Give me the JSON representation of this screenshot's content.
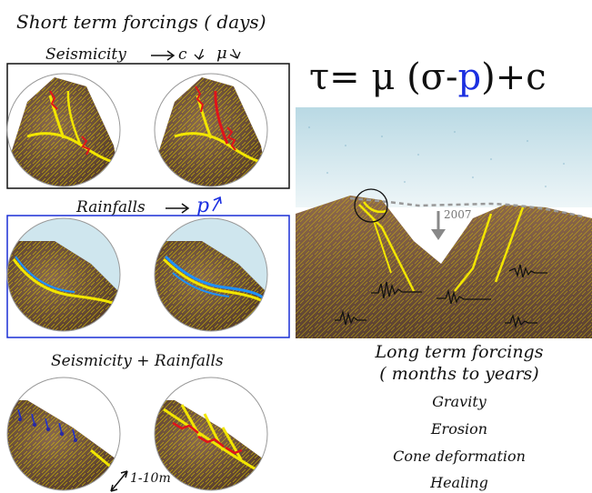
{
  "short_term": {
    "title": "Short term forcings ( days)",
    "seismicity_label": "Seismicity",
    "seismicity_effect": "c",
    "seismicity_effect2": "μ",
    "rainfall_label": "Rainfalls",
    "rainfall_effect": "p",
    "combined_label": "Seismicity + Rainfalls",
    "scale_label": "1-10m"
  },
  "equation": {
    "lhs": "τ= μ (σ-",
    "p": "p",
    "rhs": ")+c"
  },
  "cross_section": {
    "year_label": "2007"
  },
  "long_term": {
    "title_line1": "Long term forcings",
    "title_line2": "( months to years)",
    "items": [
      "Gravity",
      "Erosion",
      "Cone deformation",
      "Healing"
    ]
  },
  "colors": {
    "fault_yellow": "#f2e600",
    "crack_red": "#e0141a",
    "water_blue": "#1e90ff",
    "rock_brown": "#6b4a32",
    "frame_black": "#111111",
    "frame_blue": "#1a2fd6",
    "p_blue": "#1b2fe0"
  }
}
